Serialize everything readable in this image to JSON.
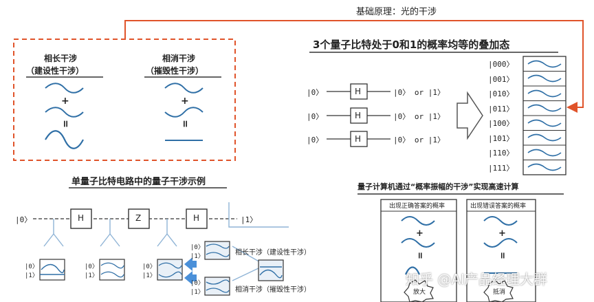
{
  "colors": {
    "accent": "#e0532a",
    "wave": "#2f6fa6",
    "ink": "#222222",
    "box_fill": "#e9f0f7"
  },
  "header": {
    "top_label": "基础原理：光的干涉"
  },
  "interference": {
    "constructive": {
      "title": "相长干涉",
      "subtitle": "（建设性干涉）",
      "plus": "+",
      "equals": "="
    },
    "destructive": {
      "title": "相消干涉",
      "subtitle": "（摧毁性干涉）",
      "plus": "+",
      "equals": "="
    }
  },
  "superposition": {
    "title": "3个量子比特处于0和1的概率均等的叠加态",
    "rows": [
      {
        "input": "|0〉",
        "gate": "H",
        "output": "|0〉 or |1〉"
      },
      {
        "input": "|0〉",
        "gate": "H",
        "output": "|0〉 or |1〉"
      },
      {
        "input": "|0〉",
        "gate": "H",
        "output": "|0〉 or |1〉"
      }
    ],
    "states": [
      "|000〉",
      "|001〉",
      "|010〉",
      "|011〉",
      "|100〉",
      "|101〉",
      "|110〉",
      "|111〉"
    ]
  },
  "circuit": {
    "title": "单量子比特电路中的量子干涉示例",
    "input": "|0〉",
    "output": "|1〉",
    "gates": [
      "H",
      "Z",
      "H"
    ],
    "basis": [
      "|0〉",
      "|1〉"
    ],
    "constructive_label": "相长干涉（建设性干涉）",
    "destructive_label": "相消干涉（摧毁性干涉）"
  },
  "amplitude": {
    "title": "量子计算机通过“概率振幅的干涉”实现高速计算",
    "correct": {
      "title": "出现正确答案的概率",
      "plus": "+",
      "equals": "=",
      "badge": "放大"
    },
    "wrong": {
      "title": "出现错误答案的概率",
      "plus": "+",
      "equals": "=",
      "badge": "抵消"
    }
  },
  "watermark": "知乎 @AI产品经理大群"
}
